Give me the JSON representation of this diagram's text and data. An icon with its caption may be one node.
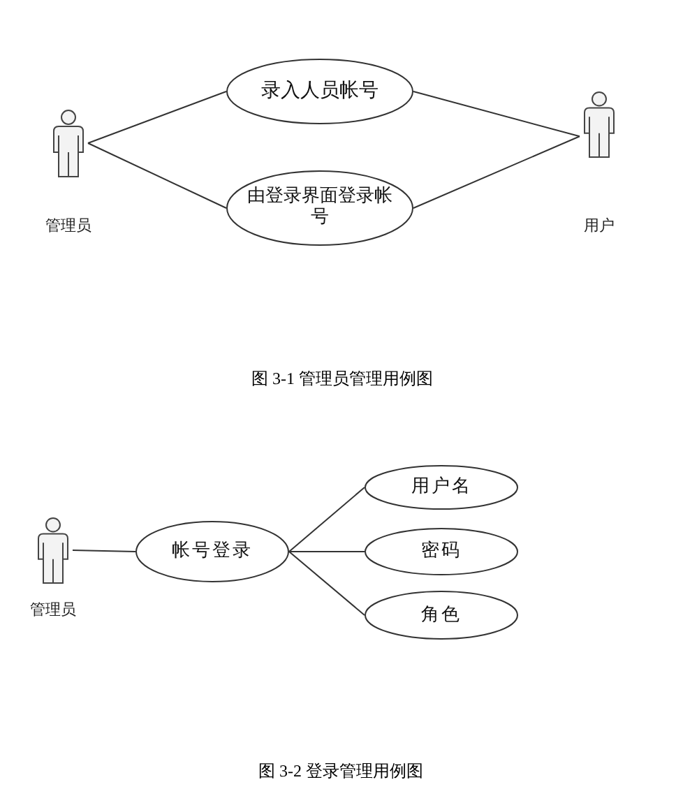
{
  "diagram": {
    "nodes": [
      {
        "text": [],
        "shape": "person",
        "beside": [
          "管理员"
        ]
      },
      {
        "text": [
          "录入人员帐号"
        ]
      },
      {
        "text": [
          "由登录界面登录帐号"
        ]
      },
      {
        "text": [],
        "shape": "person",
        "beside": [
          "用户"
        ]
      },
      {
        "text": [],
        "shape": "person",
        "beside": [
          "管理员"
        ]
      },
      {
        "text": [
          "帐号登录"
        ]
      },
      {
        "text": [
          "用户名"
        ]
      },
      {
        "text": [
          "密码"
        ]
      },
      {
        "text": [
          "角色"
        ]
      }
    ],
    "edges": [
      {
        "from": 0,
        "to": 1,
        "arrow": "none"
      },
      {
        "from": 0,
        "to": 2,
        "arrow": "none"
      },
      {
        "from": 1,
        "to": 3,
        "arrow": "none"
      },
      {
        "from": 2,
        "to": 3,
        "arrow": "none"
      },
      {
        "from": 4,
        "to": 5,
        "arrow": "none"
      },
      {
        "from": 5,
        "to": 6,
        "arrow": "none"
      },
      {
        "from": 5,
        "to": 7,
        "arrow": "none"
      },
      {
        "from": 5,
        "to": 8,
        "arrow": "none"
      }
    ],
    "labels": [
      "图 3-1 管理员管理用例图",
      "图 3-2 登录管理用例图"
    ]
  }
}
